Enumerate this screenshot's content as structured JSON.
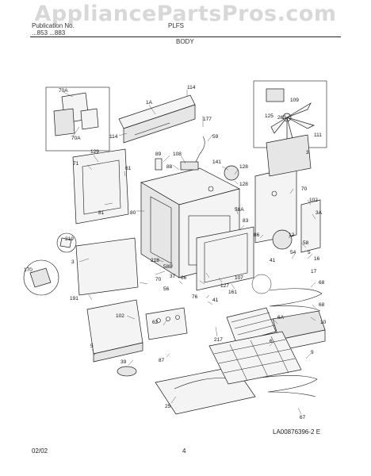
{
  "watermark": "AppliancePartsPros.com",
  "header": {
    "line1_left": "Publication No.",
    "line1_right": "PLFS",
    "line2_left": "...853 ...883",
    "section": "BODY"
  },
  "footer": {
    "date": "02/02",
    "page": "4",
    "ref": "LA00876396-2 E"
  },
  "callouts": [
    {
      "id": "70A",
      "t": "70A"
    },
    {
      "id": "70A_b",
      "t": "70A"
    },
    {
      "id": "1A",
      "t": "1A"
    },
    {
      "id": "114",
      "t": "114"
    },
    {
      "id": "114_b",
      "t": "114"
    },
    {
      "id": "177",
      "t": "177"
    },
    {
      "id": "59",
      "t": "59"
    },
    {
      "id": "109",
      "t": "109"
    },
    {
      "id": "125",
      "t": "125"
    },
    {
      "id": "263",
      "t": "263"
    },
    {
      "id": "111",
      "t": "111"
    },
    {
      "id": "3",
      "t": "3"
    },
    {
      "id": "129",
      "t": "129"
    },
    {
      "id": "71",
      "t": "71"
    },
    {
      "id": "61",
      "t": "61"
    },
    {
      "id": "89",
      "t": "89"
    },
    {
      "id": "108",
      "t": "108"
    },
    {
      "id": "88",
      "t": "88"
    },
    {
      "id": "141",
      "t": "141"
    },
    {
      "id": "128",
      "t": "128"
    },
    {
      "id": "128_b",
      "t": "128"
    },
    {
      "id": "70",
      "t": "70"
    },
    {
      "id": "102",
      "t": "102"
    },
    {
      "id": "81",
      "t": "81"
    },
    {
      "id": "80",
      "t": "80"
    },
    {
      "id": "58A",
      "t": "58A"
    },
    {
      "id": "83",
      "t": "83"
    },
    {
      "id": "3A",
      "t": "3A"
    },
    {
      "id": "219",
      "t": "219"
    },
    {
      "id": "86",
      "t": "86"
    },
    {
      "id": "12",
      "t": "12"
    },
    {
      "id": "58",
      "t": "58"
    },
    {
      "id": "3_b",
      "t": "3"
    },
    {
      "id": "218",
      "t": "218"
    },
    {
      "id": "58B",
      "t": "58B"
    },
    {
      "id": "170",
      "t": "170"
    },
    {
      "id": "37",
      "t": "37"
    },
    {
      "id": "70_b",
      "t": "70"
    },
    {
      "id": "66",
      "t": "66"
    },
    {
      "id": "41",
      "t": "41"
    },
    {
      "id": "54",
      "t": "54"
    },
    {
      "id": "16",
      "t": "16"
    },
    {
      "id": "5",
      "t": "5"
    },
    {
      "id": "17",
      "t": "17"
    },
    {
      "id": "56",
      "t": "56"
    },
    {
      "id": "127",
      "t": "127"
    },
    {
      "id": "107",
      "t": "107"
    },
    {
      "id": "161",
      "t": "161"
    },
    {
      "id": "191",
      "t": "191"
    },
    {
      "id": "76",
      "t": "76"
    },
    {
      "id": "41_b",
      "t": "41"
    },
    {
      "id": "68",
      "t": "68"
    },
    {
      "id": "68_b",
      "t": "68"
    },
    {
      "id": "102_b",
      "t": "102"
    },
    {
      "id": "62",
      "t": "62"
    },
    {
      "id": "6A",
      "t": "6A"
    },
    {
      "id": "10",
      "t": "10"
    },
    {
      "id": "5_b",
      "t": "5"
    },
    {
      "id": "217",
      "t": "217"
    },
    {
      "id": "6",
      "t": "6"
    },
    {
      "id": "87",
      "t": "87"
    },
    {
      "id": "39",
      "t": "39"
    },
    {
      "id": "9",
      "t": "9"
    },
    {
      "id": "25",
      "t": "25"
    },
    {
      "id": "67",
      "t": "67"
    }
  ]
}
